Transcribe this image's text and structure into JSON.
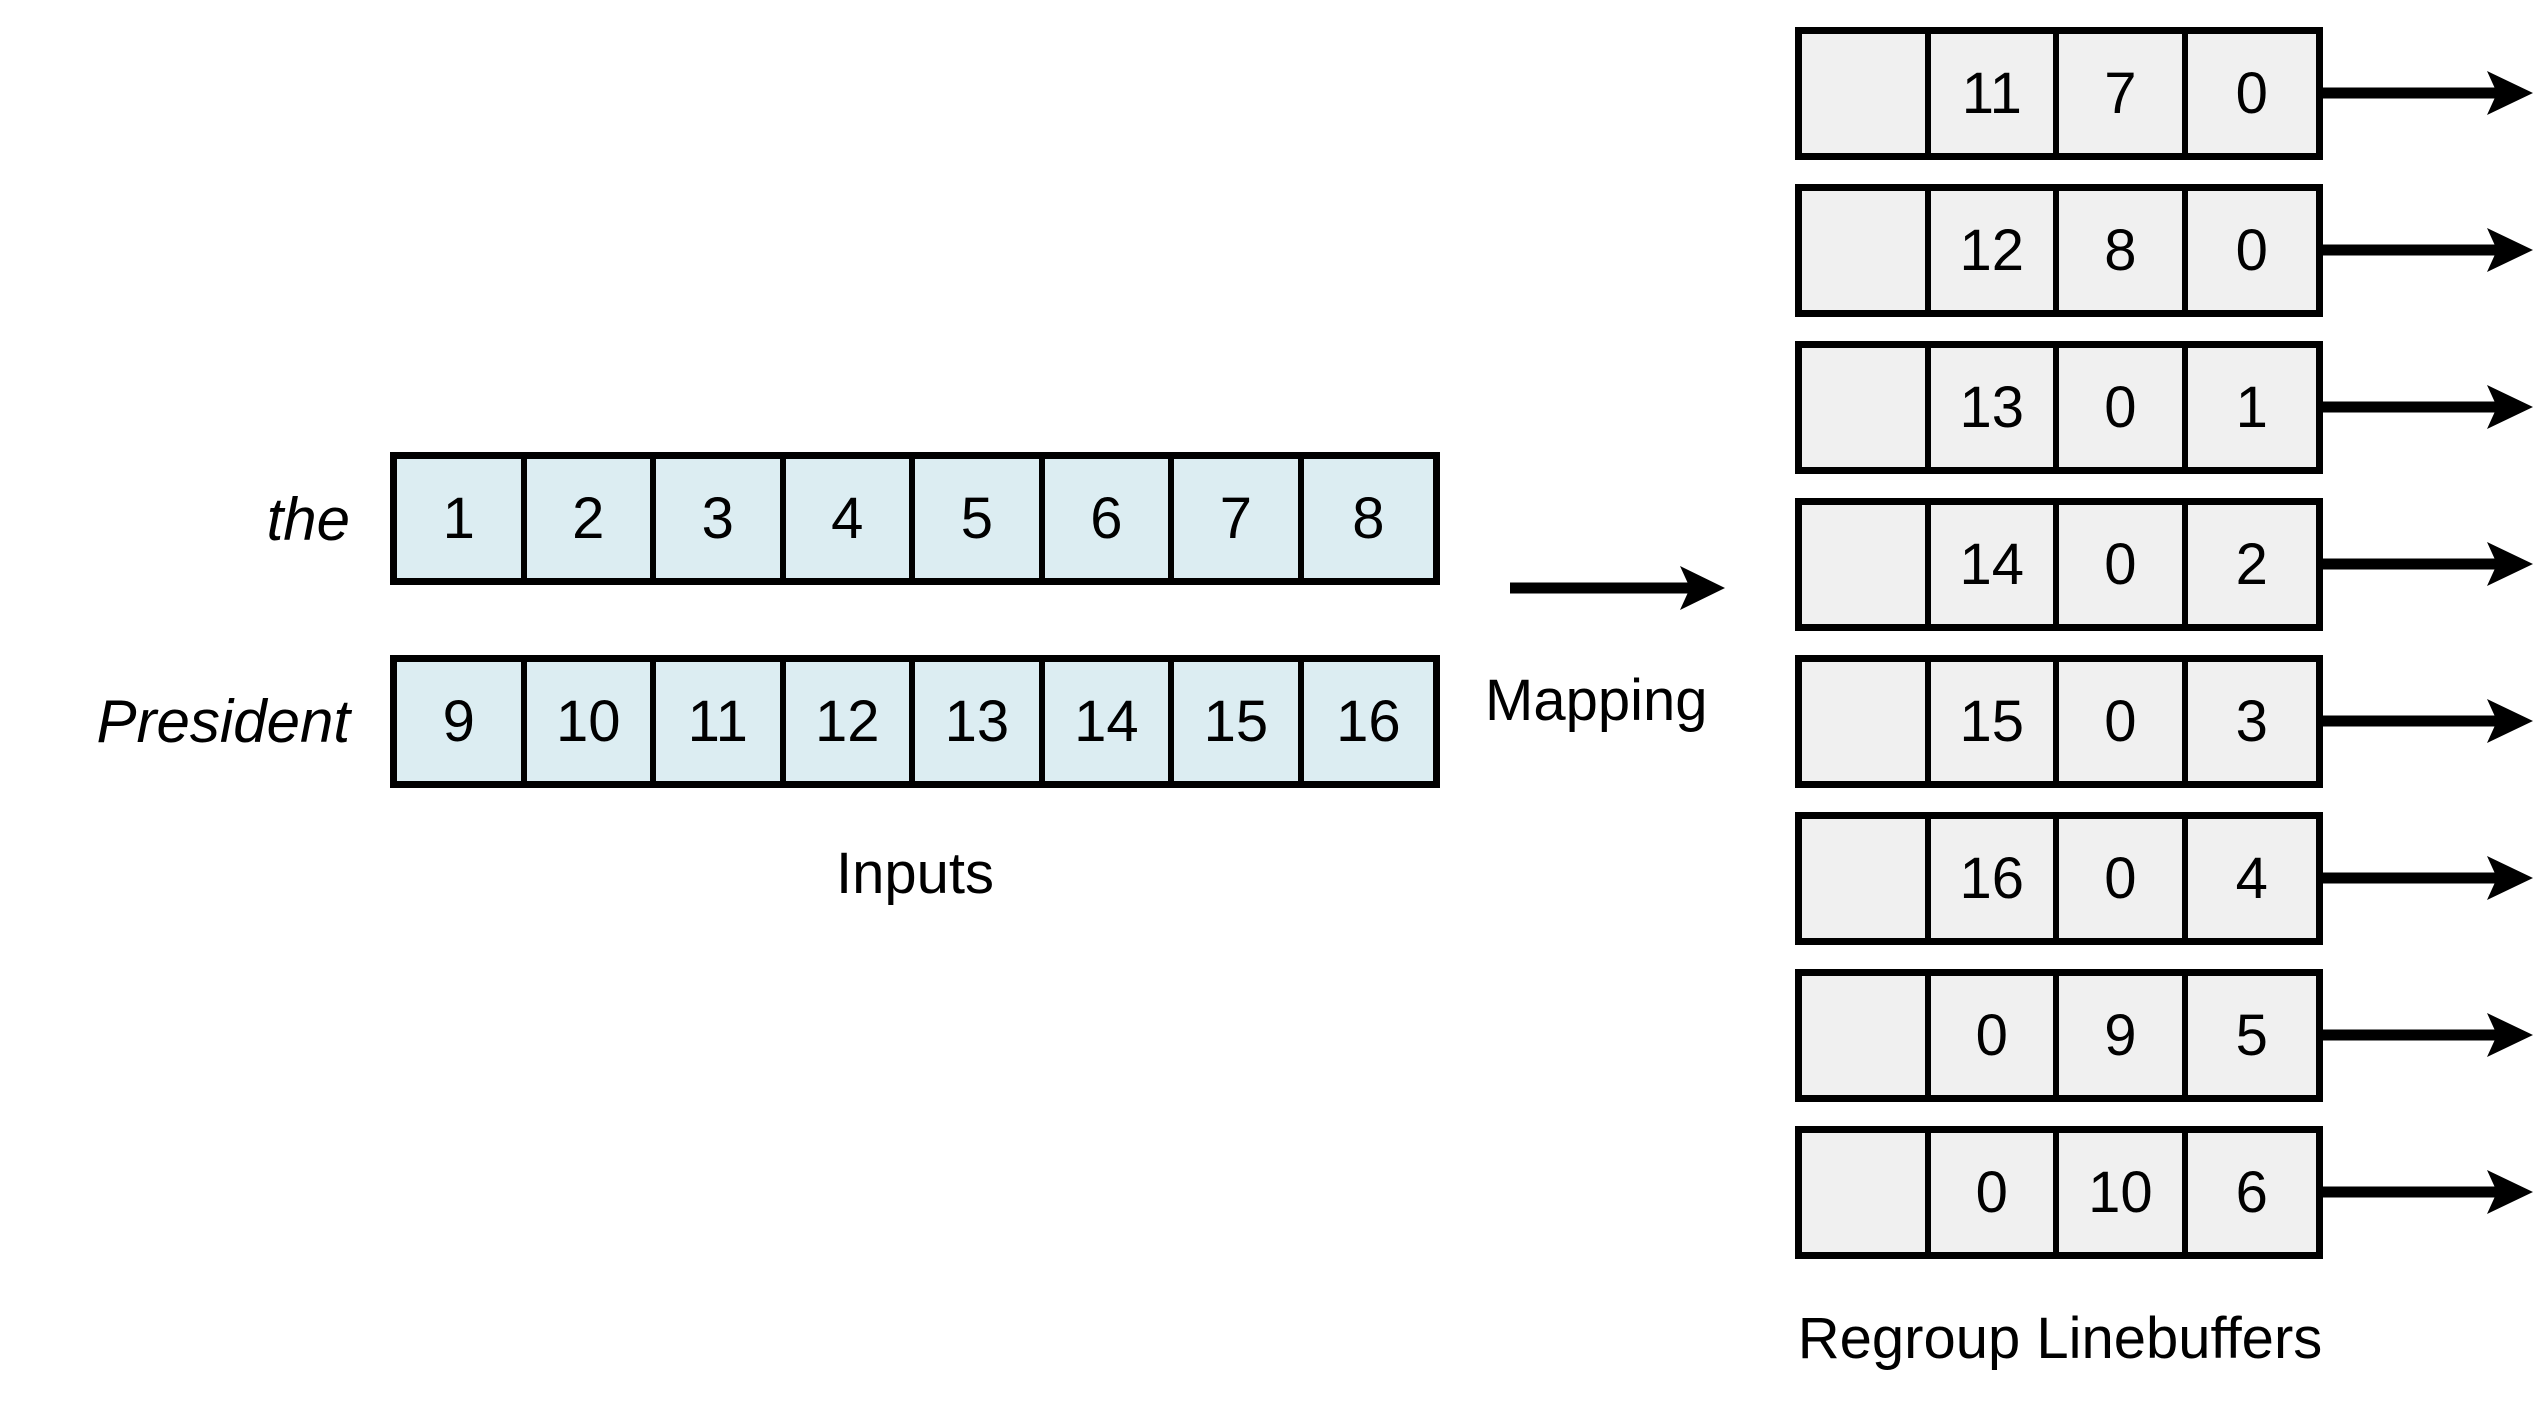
{
  "diagram": {
    "title_hidden": "",
    "colors": {
      "input_cell_fill": "#dcedf2",
      "linebuffer_cell_fill": "#f0f0f0",
      "stroke": "#000000",
      "background": "#ffffff"
    },
    "inputs": {
      "caption": "Inputs",
      "rows": [
        {
          "label": "the",
          "values": [
            "1",
            "2",
            "3",
            "4",
            "5",
            "6",
            "7",
            "8"
          ]
        },
        {
          "label": "President",
          "values": [
            "9",
            "10",
            "11",
            "12",
            "13",
            "14",
            "15",
            "16"
          ]
        }
      ]
    },
    "mapping": {
      "label": "Mapping",
      "arrow_icon": "arrow-right-icon"
    },
    "linebuffers": {
      "caption": "Regroup Linebuffers",
      "column_count": 4,
      "rows": [
        {
          "cells": [
            "",
            "11",
            "7",
            "0"
          ],
          "arrow_icon": "arrow-right-icon"
        },
        {
          "cells": [
            "",
            "12",
            "8",
            "0"
          ],
          "arrow_icon": "arrow-right-icon"
        },
        {
          "cells": [
            "",
            "13",
            "0",
            "1"
          ],
          "arrow_icon": "arrow-right-icon"
        },
        {
          "cells": [
            "",
            "14",
            "0",
            "2"
          ],
          "arrow_icon": "arrow-right-icon"
        },
        {
          "cells": [
            "",
            "15",
            "0",
            "3"
          ],
          "arrow_icon": "arrow-right-icon"
        },
        {
          "cells": [
            "",
            "16",
            "0",
            "4"
          ],
          "arrow_icon": "arrow-right-icon"
        },
        {
          "cells": [
            "",
            "0",
            "9",
            "5"
          ],
          "arrow_icon": "arrow-right-icon"
        },
        {
          "cells": [
            "",
            "0",
            "10",
            "6"
          ],
          "arrow_icon": "arrow-right-icon"
        }
      ]
    }
  }
}
